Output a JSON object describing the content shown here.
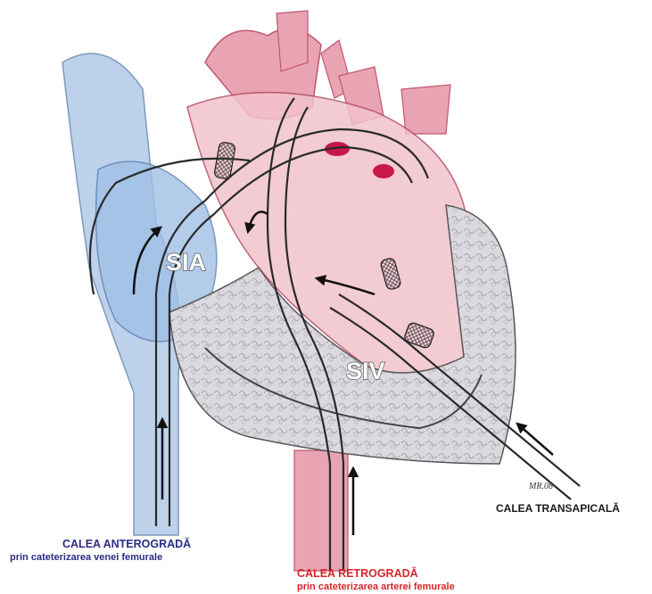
{
  "labels": {
    "sia": "SIA",
    "siv": "SIV",
    "signature": "MR.08"
  },
  "routes": {
    "transapical": {
      "title": "CALEA TRANSAPICALĂ",
      "subtitle": ""
    },
    "antegrade": {
      "title": "CALEA ANTEROGRADĂ",
      "subtitle": "prin cateterizarea venei femurale"
    },
    "retrograde": {
      "title": "CALEA RETROGRADĂ",
      "subtitle": "prin cateterizarea arterei femurale"
    }
  },
  "colors": {
    "antegrade_text": "#2c2c86",
    "retrograde_text": "#d8252b",
    "transapical_text": "#1a1a1a",
    "venous_blue": "#b6cde8",
    "arterial_red": "#e8a4b2",
    "myocardium_grey": "#dcd8e0",
    "catheter_outline": "#2a2a2a"
  }
}
